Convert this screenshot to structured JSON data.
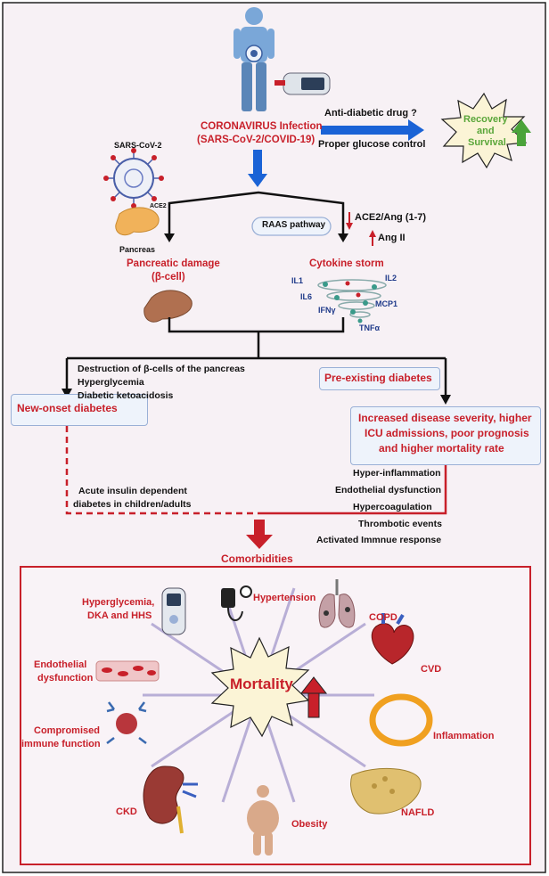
{
  "top": {
    "infection_line1": "CORONAVIRUS Infection",
    "infection_line2": "(SARS-CoV-2/COVID-19)",
    "antidiabetic": "Anti-diabetic drug ?",
    "glucose_control": "Proper glucose control",
    "recovery": [
      "Recovery",
      "and",
      "Survival"
    ]
  },
  "left_branch": {
    "virus_label": "SARS-CoV-2",
    "receptor_label": "ACE2",
    "pancreas_label": "Pancreas",
    "damage_line1": "Pancreatic damage",
    "damage_line2": "(β-cell)"
  },
  "right_branch": {
    "raas": "RAAS pathway",
    "ace2_ang": "ACE2/Ang (1-7)",
    "ang2": "Ang II",
    "cytokine_storm": "Cytokine storm",
    "cytokines": [
      "IL1",
      "IL2",
      "IL6",
      "MCP1",
      "IFNγ",
      "TNFα"
    ]
  },
  "middle": {
    "effects": [
      "Destruction of  β-cells of the pancreas",
      "Hyperglycemia",
      "Diabetic ketoacidosis"
    ],
    "pre_existing": "Pre-existing diabetes",
    "new_onset": "New-onset diabetes",
    "severity": [
      "Increased disease severity, higher",
      "ICU admissions, poor prognosis",
      "and higher mortality rate"
    ],
    "severity_effects": [
      "Hyper-inflammation",
      "Endothelial dysfunction",
      "Hypercoagulation",
      "Thrombotic events",
      "Activated Immnue response"
    ],
    "acute": [
      "Acute insulin dependent",
      "diabetes in children/adults"
    ]
  },
  "comorbidities": {
    "title": "Comorbidities",
    "center": "Mortality",
    "items": {
      "hyperglycemia": [
        "Hyperglycemia,",
        "DKA and HHS"
      ],
      "hypertension": "Hypertension",
      "copd": "COPD",
      "endothelial": [
        "Endothelial",
        "dysfunction"
      ],
      "cvd": "CVD",
      "immune": [
        "Compromised",
        "immune function"
      ],
      "inflammation": "Inflammation",
      "ckd": "CKD",
      "obesity": "Obesity",
      "nafld": "NAFLD"
    }
  },
  "colors": {
    "red": "#c8202a",
    "arrow_blue": "#1a63d6",
    "arrow_green": "#4aa33a",
    "box_border": "#9ab0d6",
    "box_fill": "#eef3fb",
    "panel_bg": "#f7f1f5"
  }
}
